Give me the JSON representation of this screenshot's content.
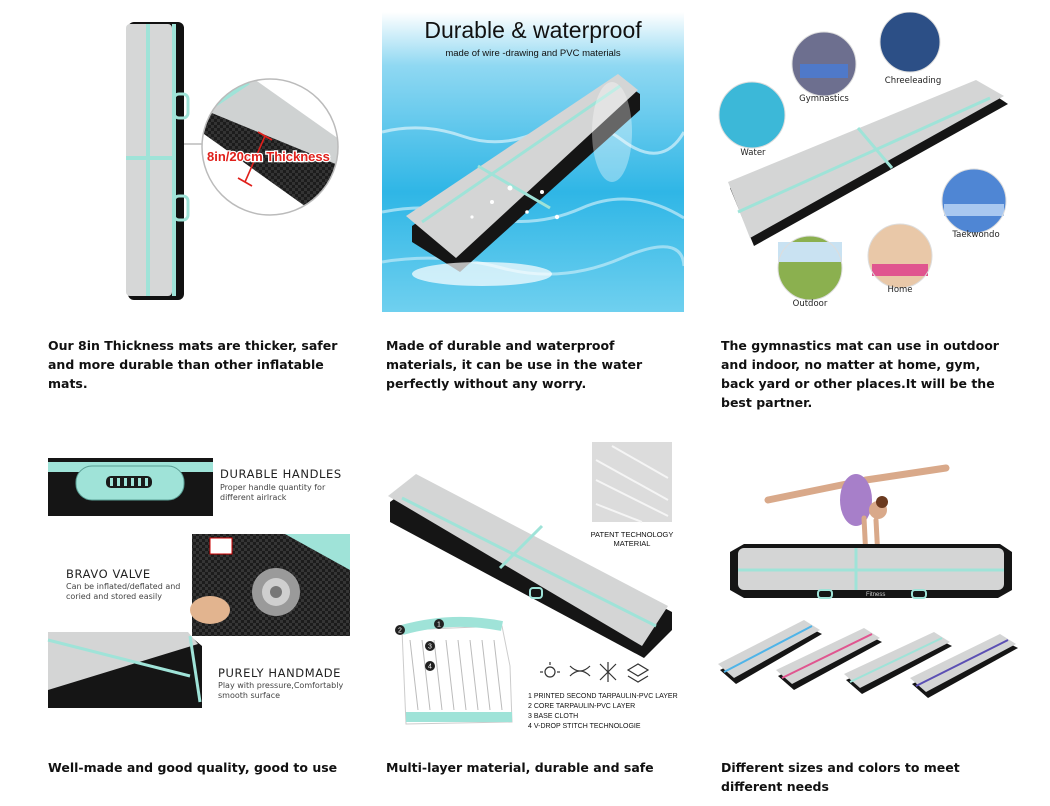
{
  "panels": {
    "thickness": {
      "callout": "8in/20cm Thickness",
      "caption": "Our 8in Thickness mats are thicker, safer and more durable than other inflatable mats."
    },
    "waterproof": {
      "headline": "Durable & waterproof",
      "subheadline": "made of wire -drawing and PVC materials",
      "caption": "Made of durable and waterproof materials, it can be use in the water perfectly without any worry."
    },
    "uses": {
      "labels": [
        "Gymnastics",
        "Chreeleading",
        "Water",
        "Taekwondo",
        "Home",
        "Outdoor"
      ],
      "caption": "The gymnastics mat can use in outdoor and indoor, no matter at home, gym, back yard or other places.It will be the best partner."
    },
    "features": {
      "items": [
        {
          "title": "DURABLE HANDLES",
          "sub1": "Proper handle quantity for",
          "sub2": "different airlrack"
        },
        {
          "title": "BRAVO VALVE",
          "sub1": "Can be inflated/deflated and",
          "sub2": "coried and stored easily"
        },
        {
          "title": "PURELY HANDMADE",
          "sub1": "Play with pressure,Comfortably",
          "sub2": "smooth surface"
        }
      ],
      "caption": "Well-made and good quality, good to use"
    },
    "layers": {
      "patent_line1": "PATENT TECHNOLOGY",
      "patent_line2": "MATERIAL",
      "markers": [
        "1",
        "2",
        "3",
        "4"
      ],
      "layers": [
        "1 PRINTED SECOND TARPAULIN-PVC LAYER",
        "2 CORE TARPAULIN-PVC LAYER",
        "3 BASE CLOTH",
        "4 V-DROP STITCH TECHNOLOGIE"
      ],
      "caption": "Multi-layer material, durable and safe"
    },
    "colors": {
      "brand": "Fitness",
      "caption": "Different sizes and colors to meet different needs"
    }
  },
  "colors": {
    "mint": "#9fe3d8",
    "mat_top": "#d8d9d9",
    "mat_edge": "#1a1a1a",
    "callout_red": "#e0201b",
    "pool_blue": "#2fb6e6"
  }
}
